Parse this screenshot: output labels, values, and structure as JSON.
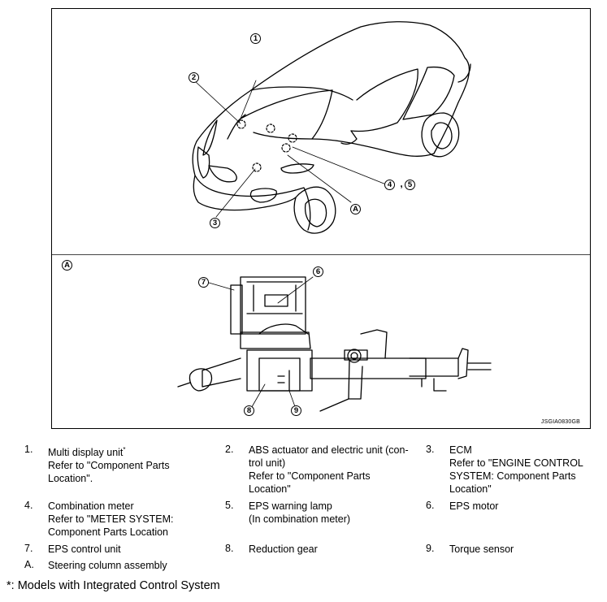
{
  "figure": {
    "code": "JSGIA0830GB",
    "callouts": {
      "c1": "1",
      "c2": "2",
      "c3": "3",
      "c4": "4",
      "c5": "5",
      "c6": "6",
      "c7": "7",
      "c8": "8",
      "c9": "9",
      "cA": "A",
      "cA_panel": "A",
      "comma": ","
    }
  },
  "legend": [
    {
      "num": "1.",
      "lines": [
        "Multi display unit",
        "Refer to \"Component Parts",
        "Location\"."
      ],
      "sup": "*"
    },
    {
      "num": "2.",
      "lines": [
        "ABS actuator and electric unit (con-",
        "trol unit)",
        "Refer to \"Component Parts",
        "Location\""
      ]
    },
    {
      "num": "3.",
      "lines": [
        "ECM",
        "Refer to \"ENGINE CONTROL",
        "SYSTEM: Component Parts",
        "Location\""
      ]
    },
    {
      "num": "4.",
      "lines": [
        "Combination meter",
        "Refer to \"METER SYSTEM:",
        "Component Parts Location"
      ]
    },
    {
      "num": "5.",
      "lines": [
        "EPS warning lamp",
        "(In combination meter)"
      ]
    },
    {
      "num": "6.",
      "lines": [
        "EPS motor"
      ]
    },
    {
      "num": "7.",
      "lines": [
        "EPS control unit"
      ]
    },
    {
      "num": "8.",
      "lines": [
        "Reduction gear"
      ]
    },
    {
      "num": "9.",
      "lines": [
        "Torque sensor"
      ]
    },
    {
      "num": "A.",
      "lines": [
        "Steering column assembly"
      ]
    }
  ],
  "footnote": "*: Models with Integrated Control System"
}
